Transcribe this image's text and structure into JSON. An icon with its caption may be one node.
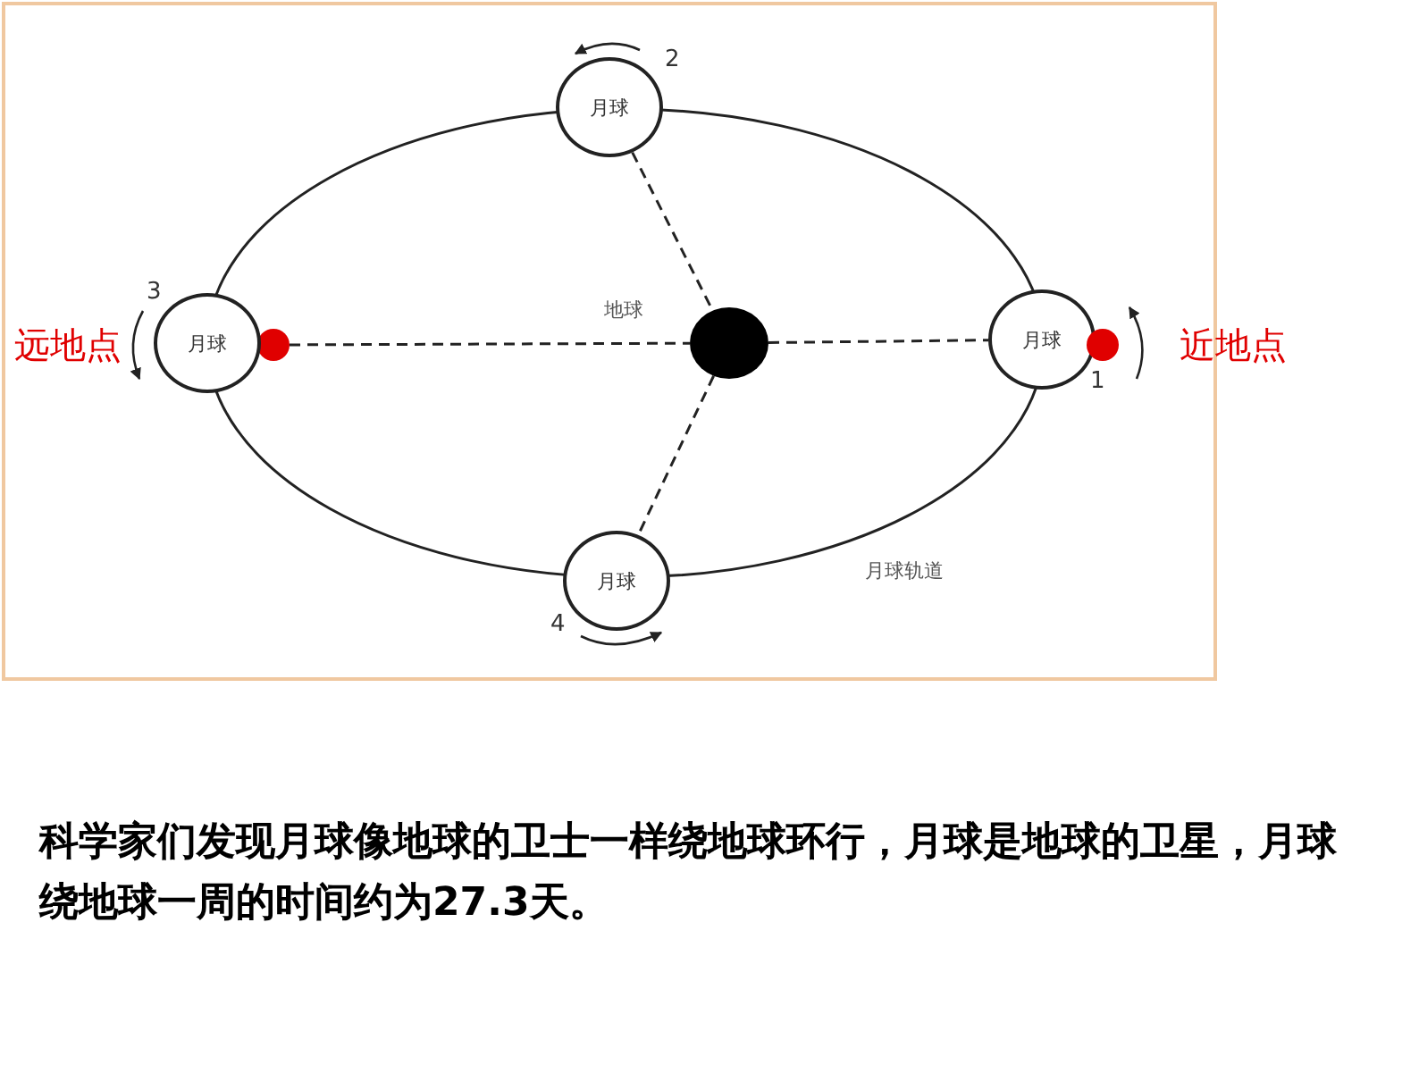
{
  "diagram": {
    "caption": "科学家们发现月球像地球的卫士一样绕地球环行，月球是地球的卫星，月球绕地球一周的时间约为27.3天。",
    "nodes": [
      {
        "text": [
          "月球"
        ],
        "beside": [
          "2"
        ]
      },
      {
        "text": [],
        "shape": "circle"
      },
      {
        "text": [
          "月球"
        ],
        "beside": [
          "3"
        ]
      },
      {
        "text": [],
        "shape": "circle",
        "beside": [
          "地球"
        ]
      },
      {
        "text": [
          "月球"
        ],
        "beside": [
          "1"
        ]
      },
      {
        "text": [],
        "shape": "circle",
        "beside": [
          "近地点"
        ]
      },
      {
        "text": [
          "月球"
        ],
        "beside": [
          "4"
        ]
      }
    ],
    "edges": [
      {
        "from": 0,
        "to": 3,
        "arrow": "none",
        "style": "dashed"
      },
      {
        "from": 1,
        "to": 3,
        "arrow": "none",
        "style": "dashed"
      },
      {
        "from": 3,
        "to": 4,
        "arrow": "none",
        "style": "dashed"
      },
      {
        "from": 3,
        "to": 6,
        "arrow": "none",
        "style": "dashed"
      }
    ],
    "labels": [
      "远地点",
      "月球轨道"
    ]
  }
}
